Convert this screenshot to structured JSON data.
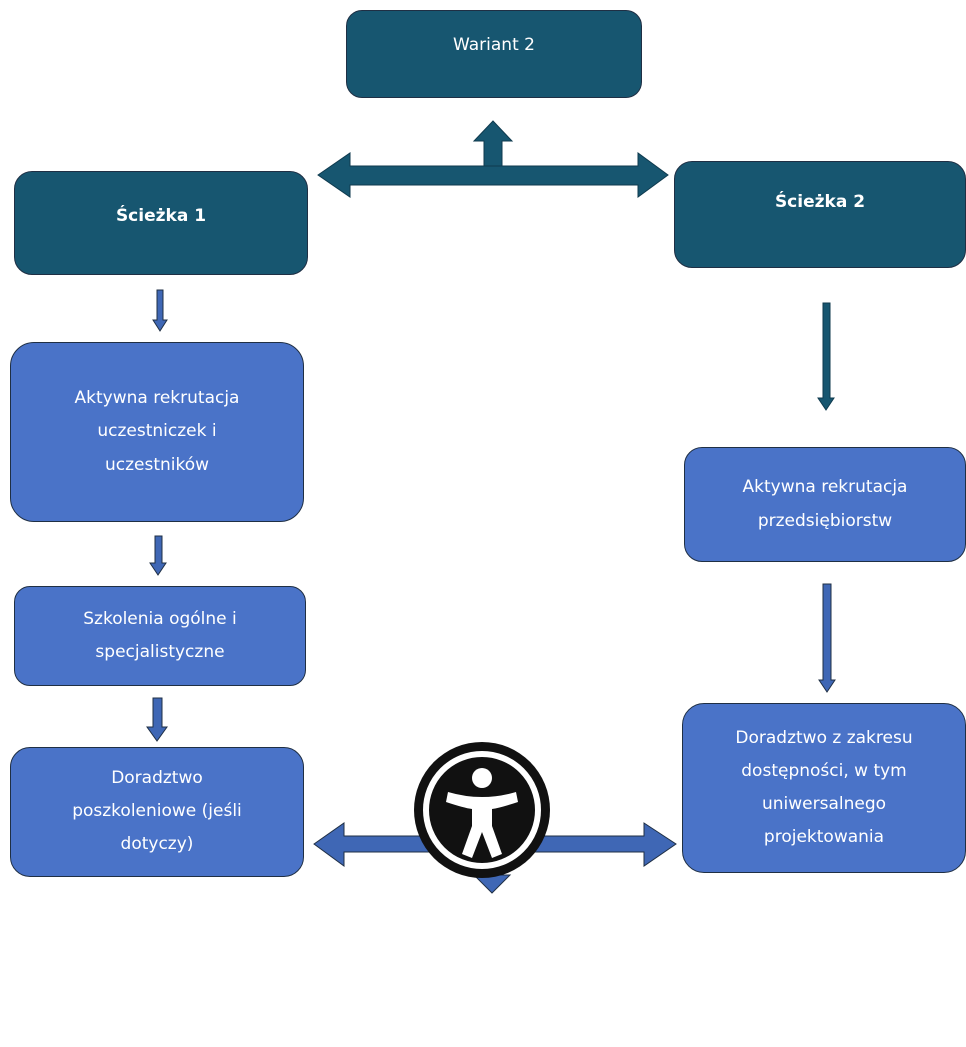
{
  "nodes": {
    "variant": {
      "label": "Wariant 2"
    },
    "path1": {
      "label": "Ścieżka 1"
    },
    "path2": {
      "label": "Ścieżka 2"
    },
    "recruit_participants": {
      "label": "Aktywna rekrutacja\nuczestniczek i\nuczestników"
    },
    "training": {
      "label": "Szkolenia ogólne i\nspecjalistyczne"
    },
    "advisory_post": {
      "label": "Doradztwo\nposzkoleniowe (jeśli\ndotyczy)"
    },
    "recruit_companies": {
      "label": "Aktywna rekrutacja\nprzedsiębiorstw"
    },
    "advisory_access": {
      "label": "Doradztwo z zakresu\ndostępności, w tym\nuniwersalnego\nprojektowania"
    }
  },
  "colors": {
    "dark_box": "#175670",
    "blue_box": "#4a73c8",
    "arrow_dark": "#175670",
    "arrow_blue": "#3f67b5"
  },
  "icons": {
    "accessibility": "accessibility-icon"
  }
}
